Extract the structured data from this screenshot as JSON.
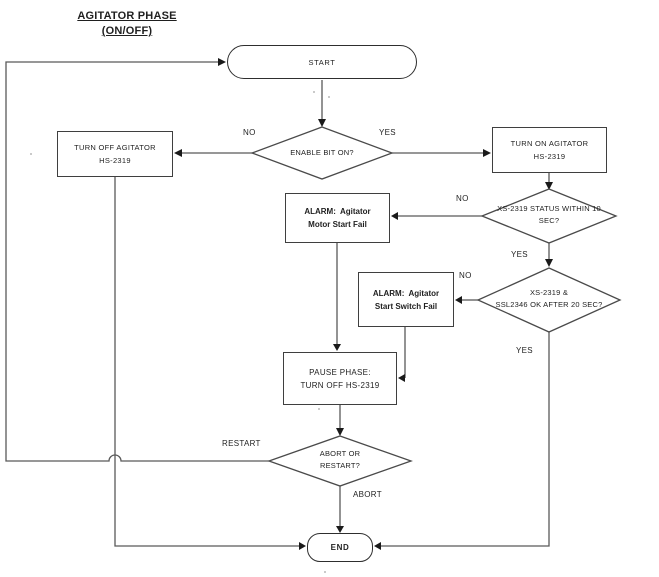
{
  "title": {
    "line1": "AGITATOR PHASE",
    "line2": "(ON/OFF)"
  },
  "nodes": {
    "start": {
      "label": "START"
    },
    "enable_bit": {
      "label": "ENABLE BIT ON?"
    },
    "turn_off_agitator": {
      "line1": "TURN OFF AGITATOR",
      "line2": "HS-2319"
    },
    "turn_on_agitator": {
      "line1": "TURN ON AGITATOR",
      "line2": "HS-2319"
    },
    "alarm_motor_fail": {
      "line1": "ALARM:  Agitator",
      "line2": "Motor Start Fail"
    },
    "xs_status": {
      "line1": "XS-2319 STATUS WITHIN 10",
      "line2": "SEC?"
    },
    "alarm_switch_fail": {
      "line1": "ALARM:  Agitator",
      "line2": "Start Switch Fail"
    },
    "xs_ssl_ok": {
      "line1": "XS-2319 &",
      "line2": "SSL2346 OK AFTER 20 SEC?"
    },
    "pause_phase": {
      "line1": "PAUSE PHASE:",
      "line2": "TURN OFF HS-2319"
    },
    "abort_or_restart": {
      "line1": "ABORT OR",
      "line2": "RESTART?"
    },
    "end": {
      "label": "END"
    }
  },
  "edge_labels": {
    "enable_no": "NO",
    "enable_yes": "YES",
    "status_no": "NO",
    "status_yes": "YES",
    "ok_no": "NO",
    "ok_yes": "YES",
    "restart": "RESTART",
    "abort": "ABORT"
  },
  "colors": {
    "line": "#595959",
    "border": "#3f3f3f",
    "text": "#1f1f1f",
    "background": "#ffffff"
  }
}
